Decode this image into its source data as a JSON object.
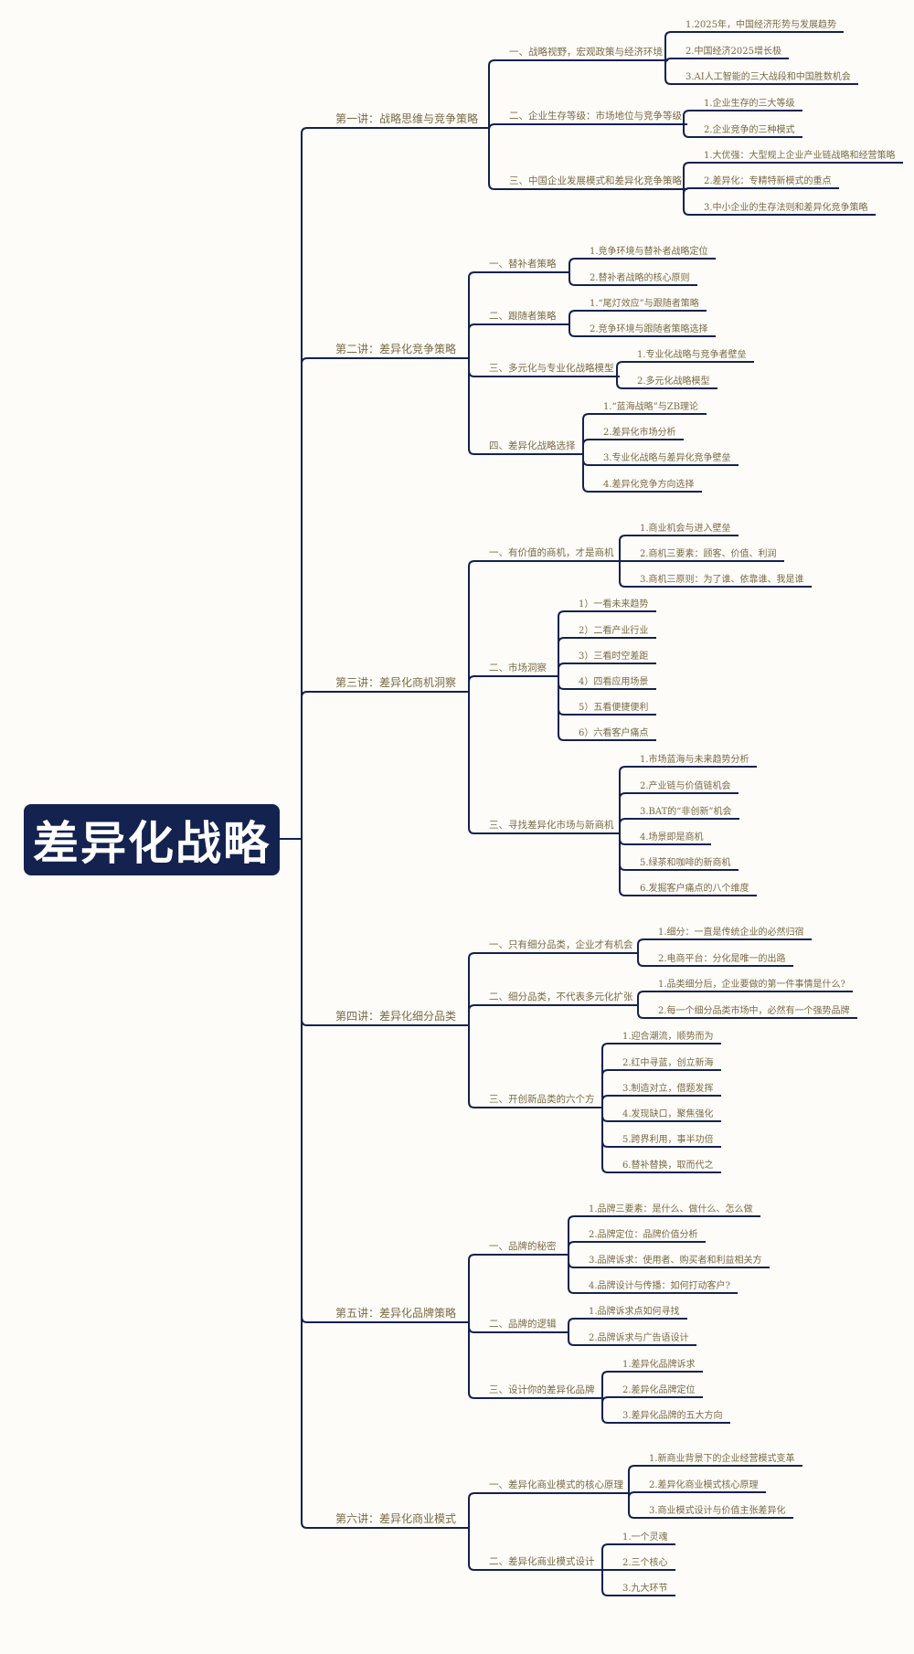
{
  "root": "差异化战略",
  "colors": {
    "line": "#13224e",
    "text": "#7a6a48",
    "root_bg": "#13224e",
    "background": "#fdfcf8"
  },
  "lectures": [
    {
      "label": "第一讲：战略思维与竞争策略",
      "sections": [
        {
          "label": "一、战略视野，宏观政策与经济环境",
          "items": [
            "1.2025年，中国经济形势与发展趋势",
            "2.中国经济2025增长极",
            "3.AI人工智能的三大战段和中国胜数机会"
          ]
        },
        {
          "label": "二、企业生存等级：市场地位与竞争等级",
          "items": [
            "1.企业生存的三大等级",
            "2.企业竞争的三种模式"
          ]
        },
        {
          "label": "三、中国企业发展模式和差异化竞争策略",
          "items": [
            "1.大优强：大型规上企业产业链战略和经营策略",
            "2.差异化：专精特新模式的重点",
            "3.中小企业的生存法则和差异化竞争策略"
          ]
        }
      ]
    },
    {
      "label": "第二讲：差异化竞争策略",
      "sections": [
        {
          "label": "一、替补者策略",
          "items": [
            "1.竞争环境与替补者战略定位",
            "2.替补者战略的核心原则"
          ]
        },
        {
          "label": "二、跟随者策略",
          "items": [
            "1.“尾灯效应”与跟随者策略",
            "2.竞争环境与跟随者策略选择"
          ]
        },
        {
          "label": "三、多元化与专业化战略模型",
          "items": [
            "1.专业化战略与竞争者壁垒",
            "2.多元化战略模型"
          ]
        },
        {
          "label": "四、差异化战略选择",
          "items": [
            "1.“蓝海战略”与ZB理论",
            "2.差异化市场分析",
            "3.专业化战略与差异化竞争壁垒",
            "4.差异化竞争方向选择"
          ]
        }
      ]
    },
    {
      "label": "第三讲：差异化商机洞察",
      "sections": [
        {
          "label": "一、有价值的商机，才是商机",
          "items": [
            "1.商业机会与进入壁垒",
            "2.商机三要素：顾客、价值、利润",
            "3.商机三原则：为了谁、依靠谁、我是谁"
          ]
        },
        {
          "label": "二、市场洞察",
          "items": [
            "1）一看未来趋势",
            "2）二看产业行业",
            "3）三看时空差距",
            "4）四看应用场景",
            "5）五看便捷便利",
            "6）六看客户痛点"
          ]
        },
        {
          "label": "三、寻找差异化市场与新商机",
          "items": [
            "1.市场蓝海与未来趋势分析",
            "2.产业链与价值链机会",
            "3.BAT的“非创新”机会",
            "4.场景即是商机",
            "5.绿茶和咖啡的新商机",
            "6.发掘客户痛点的八个维度"
          ]
        }
      ]
    },
    {
      "label": "第四讲：差异化细分品类",
      "sections": [
        {
          "label": "一、只有细分品类，企业才有机会",
          "items": [
            "1.细分：一直是传统企业的必然归宿",
            "2.电商平台：分化是唯一的出路"
          ]
        },
        {
          "label": "二、细分品类，不代表多元化扩张",
          "items": [
            "1.品类细分后，企业要做的第一件事情是什么?",
            "2.每一个细分品类市场中，必然有一个强势品牌"
          ]
        },
        {
          "label": "三、开创新品类的六个方",
          "items": [
            "1.迎合潮流，顺势而为",
            "2.红中寻蓝，创立新海",
            "3.制造对立，借题发挥",
            "4.发现缺口，聚焦强化",
            "5.跨界利用，事半功倍",
            "6.替补替换，取而代之"
          ]
        }
      ]
    },
    {
      "label": "第五讲：差异化品牌策略",
      "sections": [
        {
          "label": "一、品牌的秘密",
          "items": [
            "1.品牌三要素：是什么、做什么、怎么做",
            "2.品牌定位：品牌价值分析",
            "3.品牌诉求：使用者、购买者和利益相关方",
            "4.品牌设计与传播：如何打动客户?"
          ]
        },
        {
          "label": "二、品牌的逻辑",
          "items": [
            "1.品牌诉求点如何寻找",
            "2.品牌诉求与广告语设计"
          ]
        },
        {
          "label": "三、设计你的差异化品牌",
          "items": [
            "1.差异化品牌诉求",
            "2.差异化品牌定位",
            "3.差异化品牌的五大方向"
          ]
        }
      ]
    },
    {
      "label": "第六讲：差异化商业模式",
      "sections": [
        {
          "label": "一、差异化商业模式的核心原理",
          "items": [
            "1.新商业背景下的企业经营模式变革",
            "2.差异化商业模式核心原理",
            "3.商业模式设计与价值主张差异化"
          ]
        },
        {
          "label": "二、差异化商业模式设计",
          "items": [
            "1.一个灵魂",
            "2.三个核心",
            "3.九大环节"
          ]
        }
      ]
    }
  ]
}
